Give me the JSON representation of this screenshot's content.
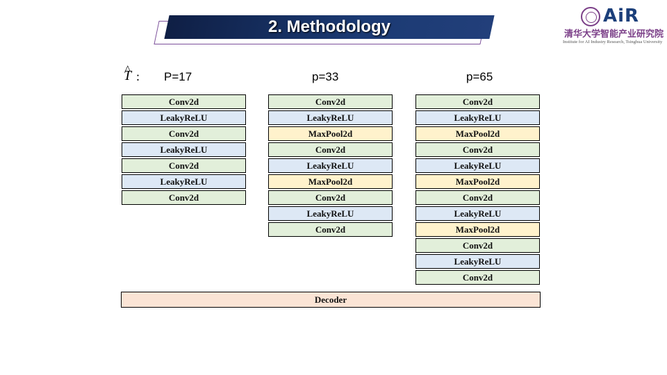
{
  "header": {
    "title": "2. Methodology",
    "logo_air": "AiR",
    "logo_cn": "清华大学智能产业研究院",
    "logo_en": "Institute for AI Industry Research, Tsinghua University"
  },
  "diagram": {
    "t_symbol": "T",
    "t_hat": "^",
    "t_colon": ":",
    "columns": [
      {
        "header": "P=17",
        "layers": [
          "Conv2d",
          "LeakyReLU",
          "Conv2d",
          "LeakyReLU",
          "Conv2d",
          "LeakyReLU",
          "Conv2d"
        ]
      },
      {
        "header": "p=33",
        "layers": [
          "Conv2d",
          "LeakyReLU",
          "MaxPool2d",
          "Conv2d",
          "LeakyReLU",
          "MaxPool2d",
          "Conv2d",
          "LeakyReLU",
          "Conv2d"
        ]
      },
      {
        "header": "p=65",
        "layers": [
          "Conv2d",
          "LeakyReLU",
          "MaxPool2d",
          "Conv2d",
          "LeakyReLU",
          "MaxPool2d",
          "Conv2d",
          "LeakyReLU",
          "MaxPool2d",
          "Conv2d",
          "LeakyReLU",
          "Conv2d"
        ]
      }
    ],
    "decoder": "Decoder",
    "colors": {
      "conv": "#e2efda",
      "leakyrelu": "#dde8f5",
      "maxpool": "#fff2cc",
      "decoder": "#fbe4d5",
      "title_banner": "#1b3a73"
    }
  }
}
